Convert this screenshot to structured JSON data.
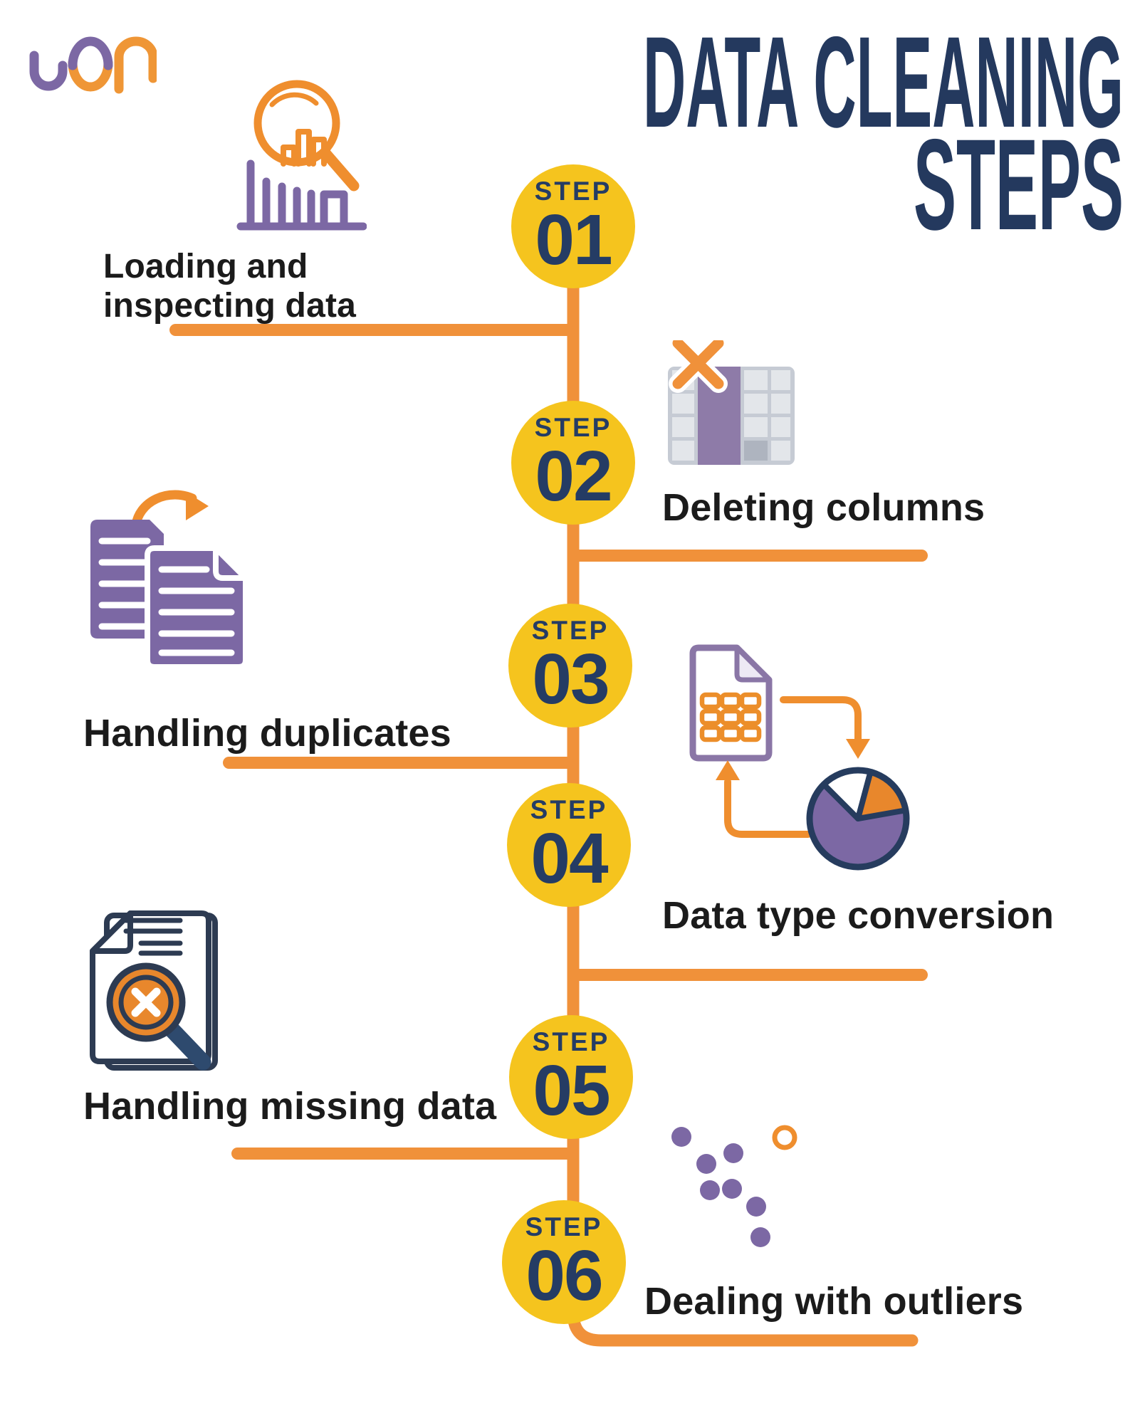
{
  "title": {
    "line1": "DATA CLEANING",
    "line2": "STEPS"
  },
  "step_word": "STEP",
  "steps": [
    {
      "number": "01",
      "label": "Loading and inspecting data",
      "label_lines": [
        "Loading and",
        "inspecting data"
      ],
      "icon": "bar-chart-magnifier-icon",
      "side": "left"
    },
    {
      "number": "02",
      "label": "Deleting columns",
      "icon": "table-delete-column-icon",
      "side": "right"
    },
    {
      "number": "03",
      "label": "Handling duplicates",
      "icon": "duplicate-documents-icon",
      "side": "left"
    },
    {
      "number": "04",
      "label": "Data type conversion",
      "icon": "spreadsheet-to-pie-chart-icon",
      "side": "right"
    },
    {
      "number": "05",
      "label": "Handling missing data",
      "icon": "document-magnifier-x-icon",
      "side": "left"
    },
    {
      "number": "06",
      "label": "Dealing with outliers",
      "icon": "scatter-outlier-icon",
      "side": "right"
    }
  ],
  "colors": {
    "orange": "#F0913A",
    "yellow": "#F5C41E",
    "navy": "#253C64",
    "title_navy": "#24395E",
    "purple": "#7C68A4",
    "text": "#1B1B1B",
    "table_gray": "#C6CBD4"
  }
}
